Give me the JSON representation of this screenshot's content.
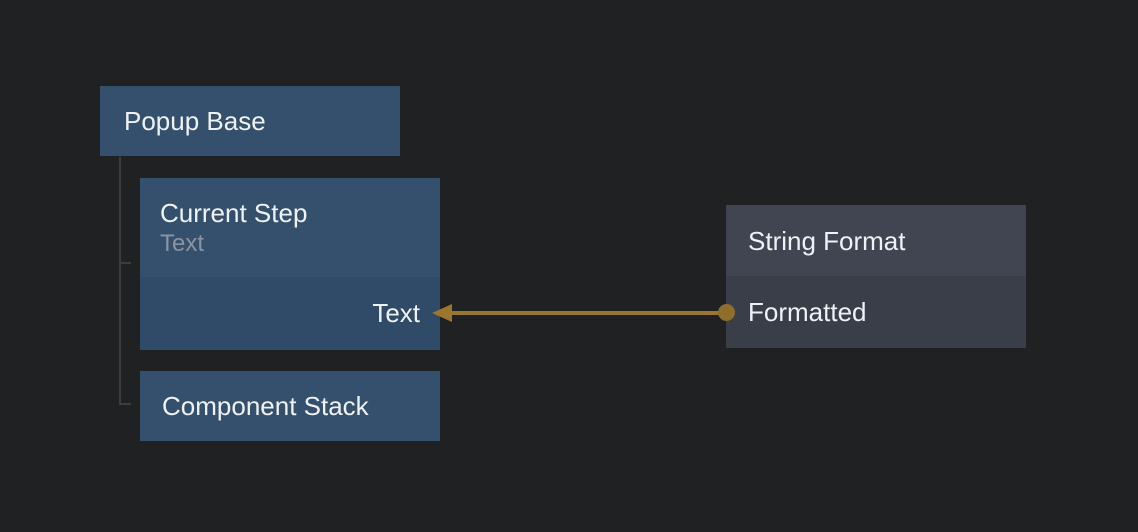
{
  "graph": {
    "nodes": {
      "popup_base": {
        "title": "Popup Base"
      },
      "current_step": {
        "title": "Current Step",
        "subtitle": "Text",
        "input_port": "Text"
      },
      "component_stack": {
        "title": "Component Stack"
      },
      "string_format": {
        "title": "String Format",
        "output_port": "Formatted"
      }
    },
    "connection": {
      "from_node": "String Format",
      "from_port": "Formatted",
      "to_node": "Current Step",
      "to_port": "Text",
      "color": "#9a762e"
    },
    "colors": {
      "background": "#202122",
      "node_blue_header": "#35506d",
      "node_blue_body": "#304b67",
      "node_gray_header": "#414551",
      "node_gray_body": "#3a3e49",
      "tree_line": "#3d3d3d",
      "wire": "#9a762e",
      "wire_dot": "#8f6e2b",
      "title_text": "#eef1f5",
      "subtitle_text": "#8b94a1"
    }
  }
}
